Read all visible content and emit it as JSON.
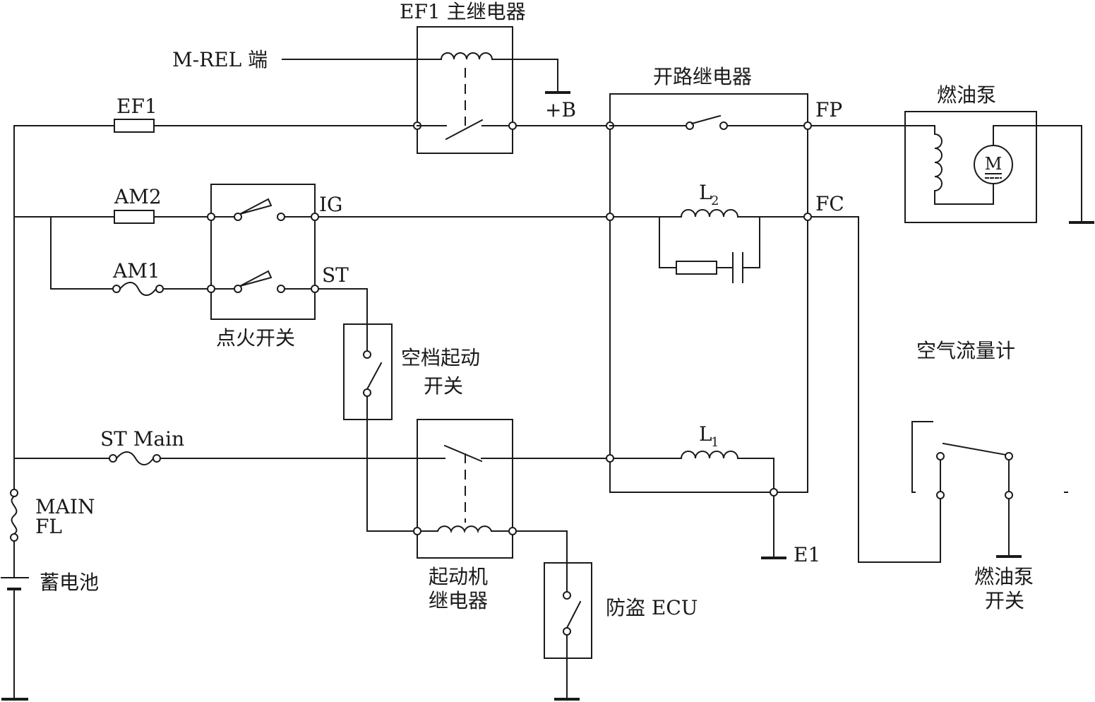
{
  "labels": {
    "ef1_main_relay": "EF1 主继电器",
    "m_rel": "M-REL 端",
    "plus_b": "+B",
    "circuit_opening_relay": "开路继电器",
    "fp": "FP",
    "fc": "FC",
    "fuel_pump": "燃油泵",
    "motor": "M",
    "ef1": "EF1",
    "am2": "AM2",
    "am1": "AM1",
    "ig": "IG",
    "st": "ST",
    "ignition_switch": "点火开关",
    "l2_base": "L",
    "l2_sub": "2",
    "l1_base": "L",
    "l1_sub": "1",
    "neutral_start_line1": "空档起动",
    "neutral_start_line2": "开关",
    "st_main": "ST Main",
    "main_fl_line1": "MAIN",
    "main_fl_line2": "FL",
    "battery": "蓄电池",
    "starter_relay_line1": "起动机",
    "starter_relay_line2": "继电器",
    "anti_theft_ecu": "防盗 ECU",
    "e1": "E1",
    "air_flow_meter": "空气流量计",
    "fuel_pump_switch_line1": "燃油泵",
    "fuel_pump_switch_line2": "开关"
  }
}
